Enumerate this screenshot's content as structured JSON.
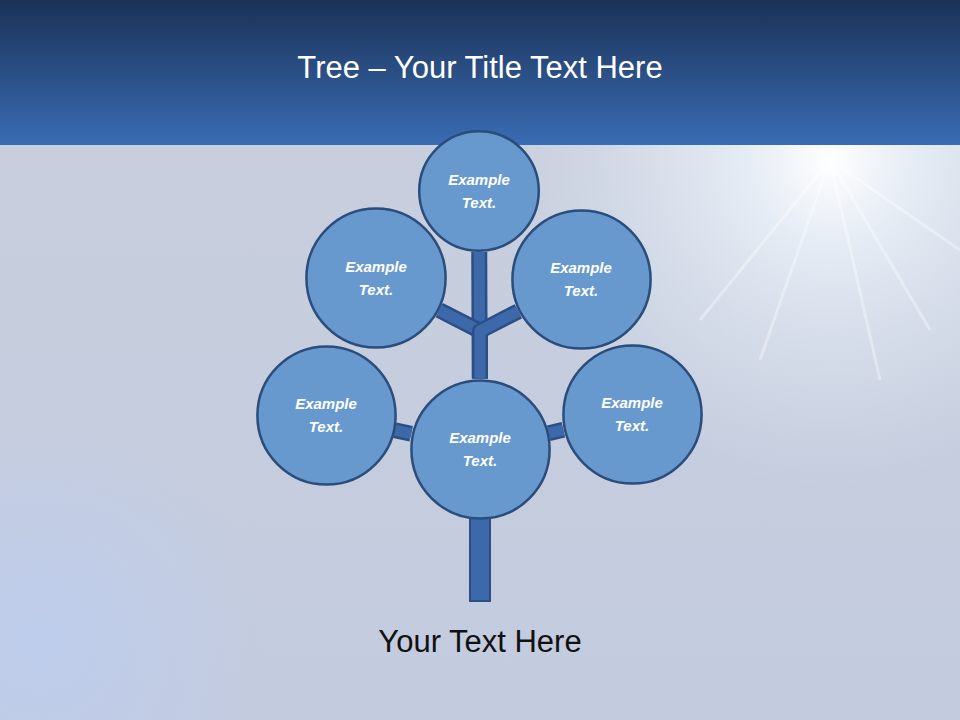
{
  "diagram": {
    "title": "Tree – Your Title Text Here",
    "caption": "Your Text Here",
    "nodes": [
      {
        "text": [
          "Example Text."
        ]
      },
      {
        "text": [
          "Example Text."
        ]
      },
      {
        "text": [
          "Example Text."
        ]
      },
      {
        "text": [
          "Example Text."
        ]
      },
      {
        "text": [
          "Example Text."
        ]
      },
      {
        "text": [
          "Example Text."
        ]
      }
    ],
    "edges": [
      {
        "from": 4,
        "to": 0,
        "arrow": "none"
      },
      {
        "from": 4,
        "to": 1,
        "arrow": "none"
      },
      {
        "from": 4,
        "to": 2,
        "arrow": "none"
      },
      {
        "from": 4,
        "to": 3,
        "arrow": "none"
      },
      {
        "from": 4,
        "to": 5,
        "arrow": "none"
      }
    ]
  }
}
